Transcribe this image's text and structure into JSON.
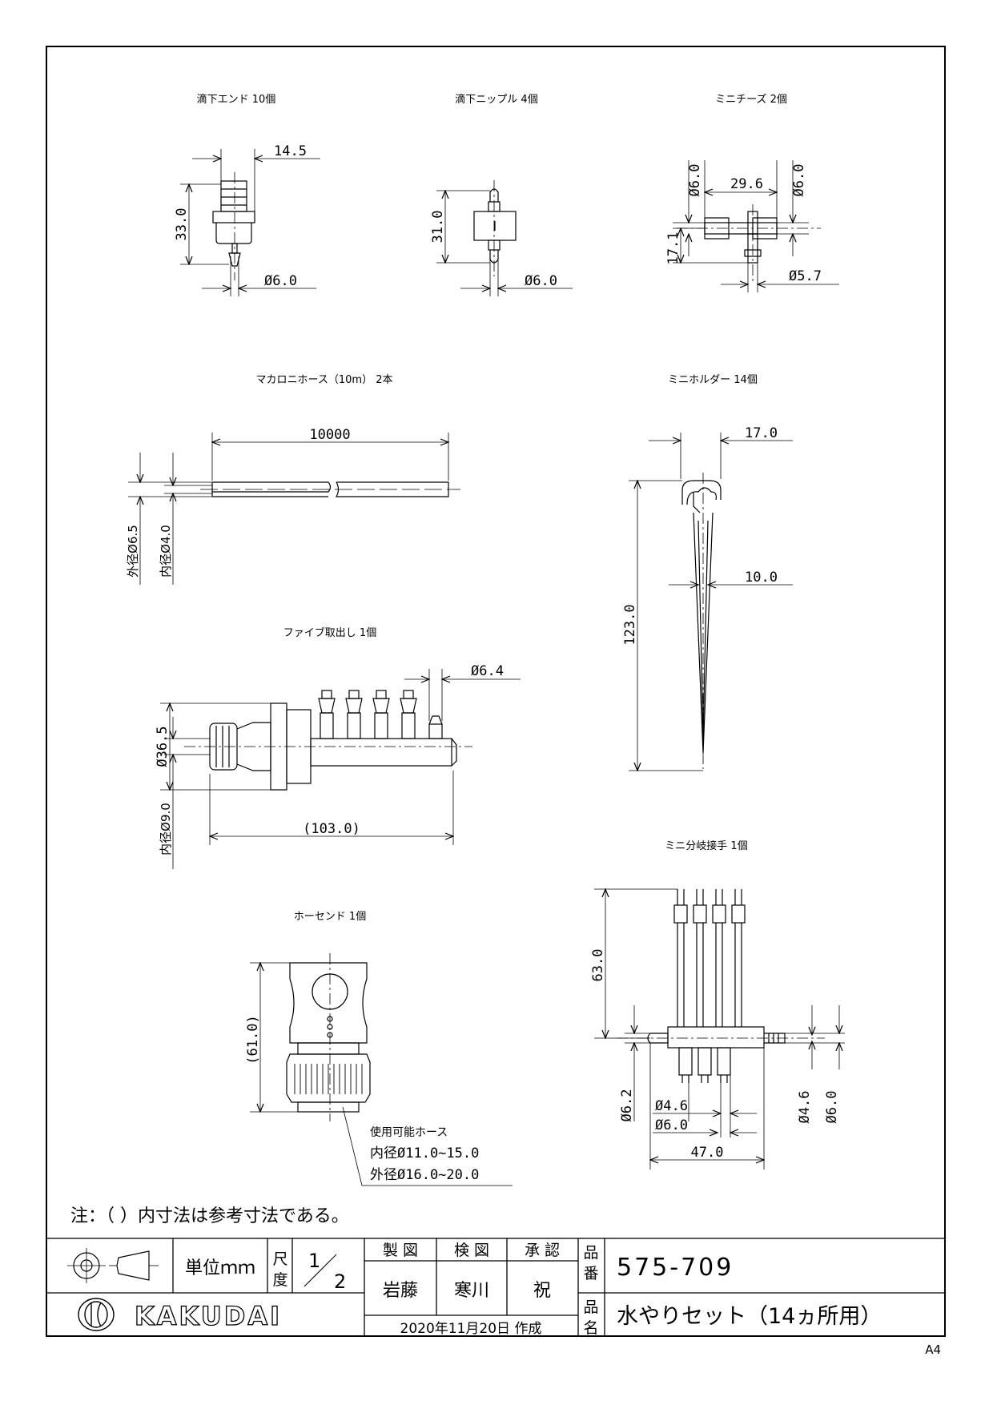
{
  "parts": {
    "drip_end": {
      "title": "滴下エンド 10個",
      "dim_width": "14.5",
      "dim_height": "33.0",
      "dim_dia": "Ø6.0"
    },
    "drip_nipple": {
      "title": "滴下ニップル 4個",
      "dim_height": "31.0",
      "dim_dia": "Ø6.0"
    },
    "mini_tee": {
      "title": "ミニチーズ 2個",
      "dim_left_dia": "Ø6.0",
      "dim_width": "29.6",
      "dim_right_dia": "Ø6.0",
      "dim_height": "17.1",
      "dim_bottom_dia": "Ø5.7"
    },
    "macaroni_hose": {
      "title": "マカロニホース（10m） 2本",
      "dim_length": "10000",
      "dim_outer": "外径Ø6.5",
      "dim_inner": "内径Ø4.0"
    },
    "mini_holder": {
      "title": "ミニホルダー 14個",
      "dim_top": "17.0",
      "dim_mid": "10.0",
      "dim_height": "123.0"
    },
    "five_outlet": {
      "title": "ファイブ取出し 1個",
      "dim_tip": "Ø6.4",
      "dim_dia": "Ø36.5",
      "dim_inner": "内径Ø9.0",
      "dim_length": "(103.0)"
    },
    "mini_branch": {
      "title": "ミニ分岐接手 1個",
      "dim_height": "63.0",
      "dim_left": "Ø6.2",
      "dim_a": "Ø4.6",
      "dim_b": "Ø6.0",
      "dim_width": "47.0",
      "dim_r1": "Ø4.6",
      "dim_r2": "Ø6.0"
    },
    "hose_end": {
      "title": "ホーセンド 1個",
      "dim_height": "(61.0)",
      "note_title": "使用可能ホース",
      "note_inner": "内径Ø11.0~15.0",
      "note_outer": "外径Ø16.0~20.0"
    }
  },
  "note": "注：（ ）内寸法は参考寸法である。",
  "title_block": {
    "unit": "単位ｍｍ",
    "scale_label_1": "尺",
    "scale_label_2": "度",
    "scale_num": "1",
    "scale_den": "2",
    "drawn_h": "製 図",
    "checked_h": "検 図",
    "approved_h": "承 認",
    "drawn": "岩藤",
    "checked": "寒川",
    "approved": "祝",
    "date": "2020年11月20日 作成",
    "part_no_label_1": "品",
    "part_no_label_2": "番",
    "part_no": "575-709",
    "name_label_1": "品",
    "name_label_2": "名",
    "name": "水やりセット（14ヵ所用）",
    "company": "KAKUDAI"
  },
  "sheet_size": "A4"
}
